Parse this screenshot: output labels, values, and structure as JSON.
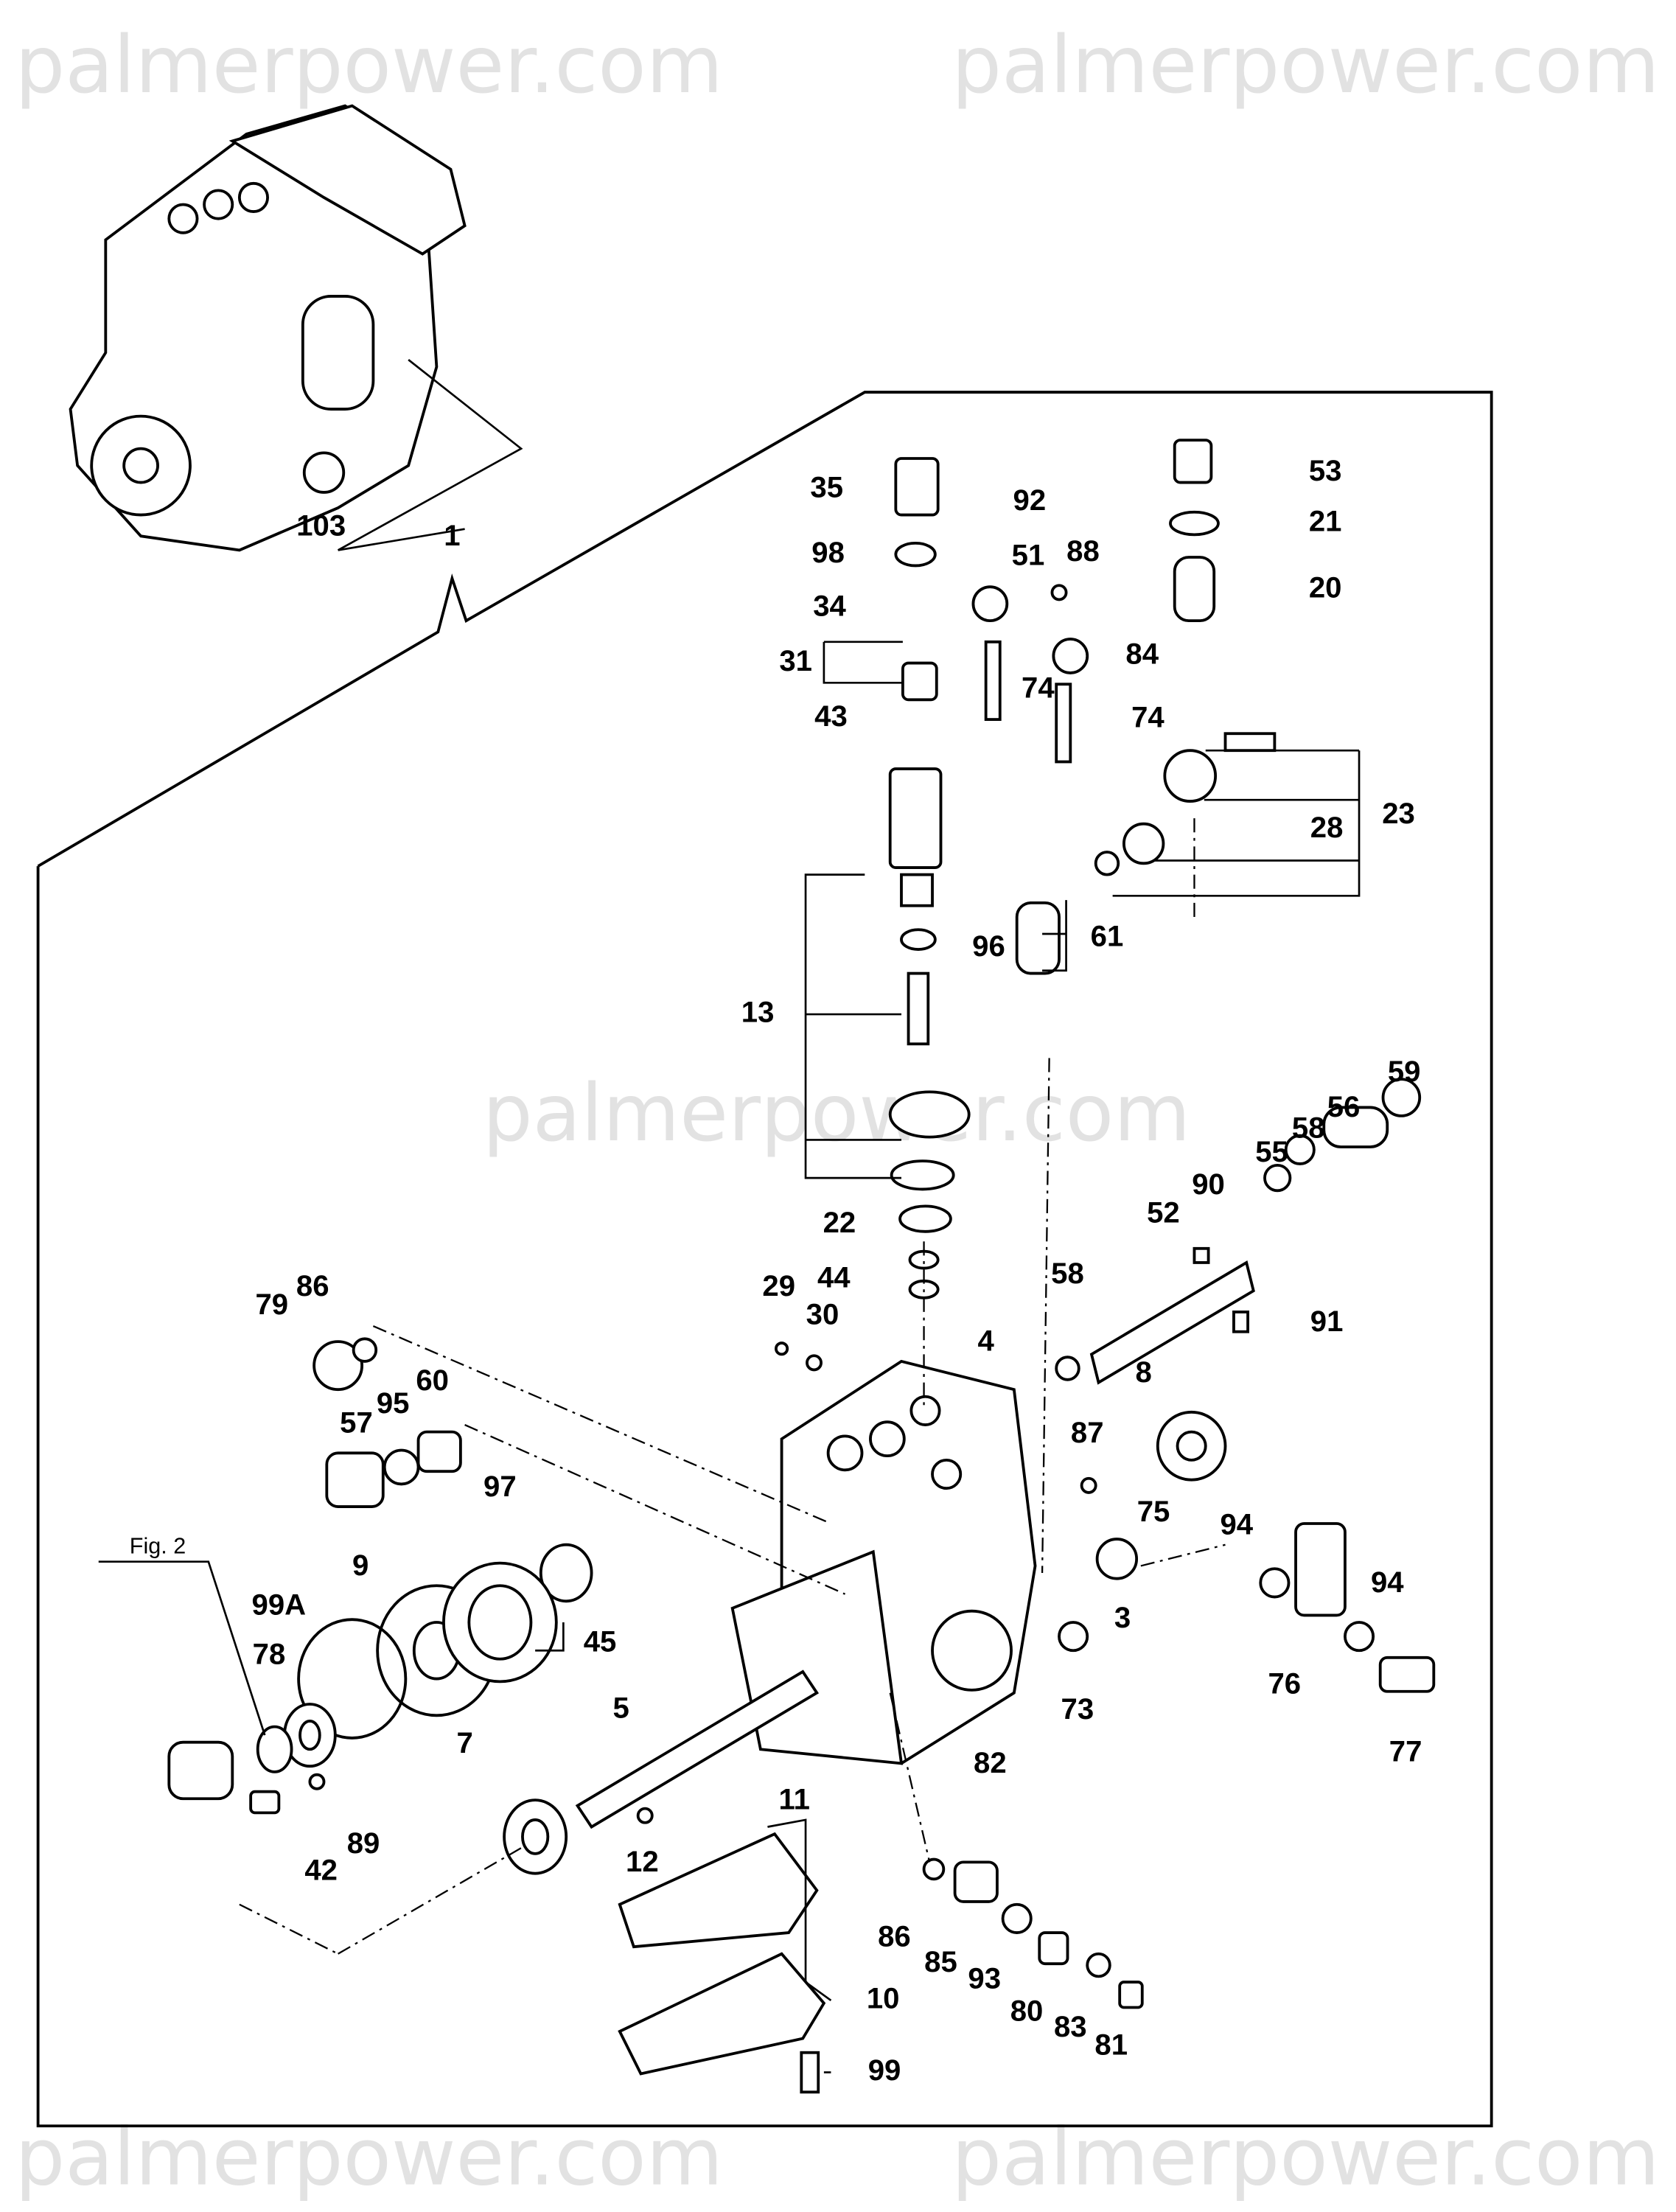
{
  "watermark": "palmerpower.com",
  "figure_reference": "Fig. 2",
  "part_labels": [
    "35",
    "98",
    "92",
    "51",
    "88",
    "34",
    "31",
    "84",
    "74",
    "43",
    "74",
    "53",
    "21",
    "20",
    "23",
    "28",
    "96",
    "61",
    "13",
    "22",
    "44",
    "29",
    "30",
    "4",
    "58",
    "52",
    "90",
    "55",
    "58",
    "56",
    "59",
    "91",
    "8",
    "87",
    "75",
    "94",
    "94",
    "3",
    "73",
    "76",
    "77",
    "82",
    "79",
    "86",
    "57",
    "95",
    "60",
    "97",
    "9",
    "45",
    "99A",
    "78",
    "5",
    "7",
    "11",
    "12",
    "42",
    "89",
    "86",
    "85",
    "93",
    "80",
    "83",
    "81",
    "10",
    "99",
    "103",
    "1"
  ]
}
